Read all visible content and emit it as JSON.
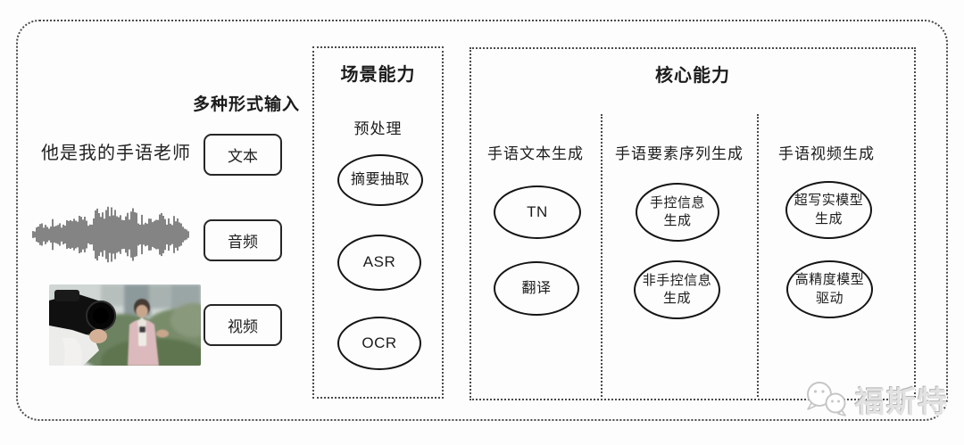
{
  "diagram": {
    "input": {
      "header": "多种形式输入",
      "text_example": "他是我的手语老师",
      "modes": [
        {
          "label": "文本"
        },
        {
          "label": "音频"
        },
        {
          "label": "视频"
        }
      ]
    },
    "scene": {
      "title": "场景能力",
      "stage_label": "预处理",
      "nodes": [
        {
          "lines": [
            "摘要抽取"
          ]
        },
        {
          "lines": [
            "ASR"
          ]
        },
        {
          "lines": [
            "OCR"
          ]
        }
      ]
    },
    "core": {
      "title": "核心能力",
      "columns": [
        {
          "header": "手语文本生成",
          "nodes": [
            {
              "lines": [
                "TN"
              ]
            },
            {
              "lines": [
                "翻译"
              ]
            }
          ]
        },
        {
          "header": "手语要素序列生成",
          "nodes": [
            {
              "lines": [
                "手控信息",
                "生成"
              ]
            },
            {
              "lines": [
                "非手控信息",
                "生成"
              ]
            }
          ]
        },
        {
          "header": "手语视频生成",
          "nodes": [
            {
              "lines": [
                "超写实模型",
                "生成"
              ]
            },
            {
              "lines": [
                "高精度模型",
                "驱动"
              ]
            }
          ]
        }
      ]
    },
    "watermark": {
      "brand": "福斯特"
    }
  },
  "colors": {
    "border_dotted": "#4a4a4a",
    "ellipse_stroke": "#141414",
    "waveform": "#2b2b2b",
    "watermark_gray": "#c6c6c6"
  }
}
